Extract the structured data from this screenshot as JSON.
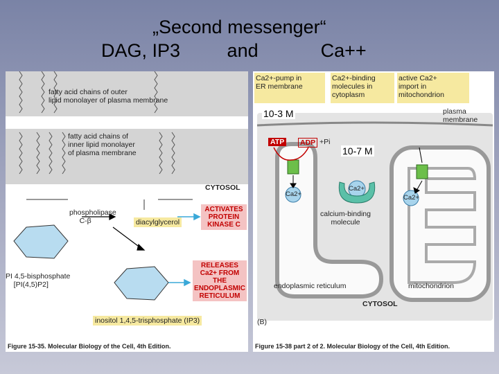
{
  "title": {
    "line1": "„Second messenger“",
    "line2": "DAG, IP3         and            Ca++"
  },
  "left_panel": {
    "outer_label": "fatty acid chains of outer\nlipid monolayer of plasma membrane",
    "inner_label": "fatty acid chains of\ninner lipid monolayer\nof plasma membrane",
    "cytosol": "CYTOSOL",
    "enzyme": "phospholipase\n     C-β",
    "dag": "diacylglycerol",
    "activates": "ACTIVATES\nPROTEIN\nKINASE C",
    "releases": "RELEASES\nCa2+ FROM\nTHE\nENDOPLASMIC\nRETICULUM",
    "pip2": "PI 4,5-bisphosphate\n    [PI(4,5)P2]",
    "ip3": "inositol 1,4,5-trisphosphate (IP3)",
    "caption": "Figure 15-35. Molecular Biology of the Cell, 4th Edition."
  },
  "right_panel": {
    "box1": "Ca2+-pump in\nER membrane",
    "box2": "Ca2+-binding\nmolecules in\ncytoplasm",
    "box3": "active Ca2+\nimport in\nmitochondrion",
    "plasma_membrane": "plasma\nmembrane",
    "atp": "ATP",
    "adp": "ADP",
    "pi": "+Pi",
    "ca": "Ca2+",
    "binding_molecule": "calcium-binding\nmolecule",
    "er": "endoplasmic reticulum",
    "mito": "mitochondrion",
    "cytosol": "CYTOSOL",
    "panel_label": "(B)",
    "caption": "Figure 15-38 part 2 of 2. Molecular Biology of the Cell, 4th Edition."
  },
  "concentrations": {
    "high": "10-3 M",
    "low": "10-7 M"
  },
  "colors": {
    "membrane_gray": "#d4d4d4",
    "yellow_label": "#f6e9a0",
    "red_label": "#c20000",
    "pink_box": "#f4c3c3",
    "ca_blue": "#a8d4ec",
    "pump_green": "#6cbf4a"
  }
}
